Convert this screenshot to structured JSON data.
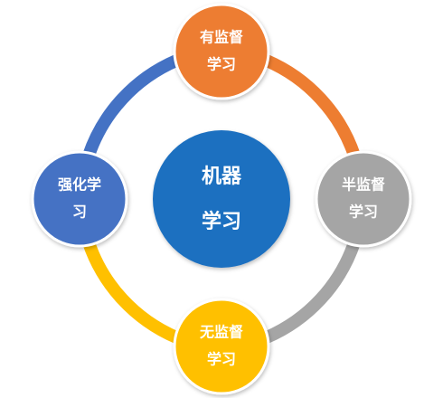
{
  "center": {
    "line1": "机器",
    "line2": "学习",
    "color": "#1F6FC0"
  },
  "nodes": {
    "top": {
      "line1": "有监督",
      "line2": "学习",
      "color": "#ED7D31"
    },
    "right": {
      "line1": "半监督",
      "line2": "学习",
      "color": "#A5A5A5"
    },
    "bottom": {
      "line1": "无监督",
      "line2": "学习",
      "color": "#FFC000"
    },
    "left": {
      "line1": "强化学",
      "line2": "习",
      "color": "#4472C4"
    }
  },
  "ring_colors": {
    "top_right": "#ED7D31",
    "right_bottom": "#A5A5A5",
    "bottom_left": "#FFC000",
    "left_top": "#4472C4"
  }
}
